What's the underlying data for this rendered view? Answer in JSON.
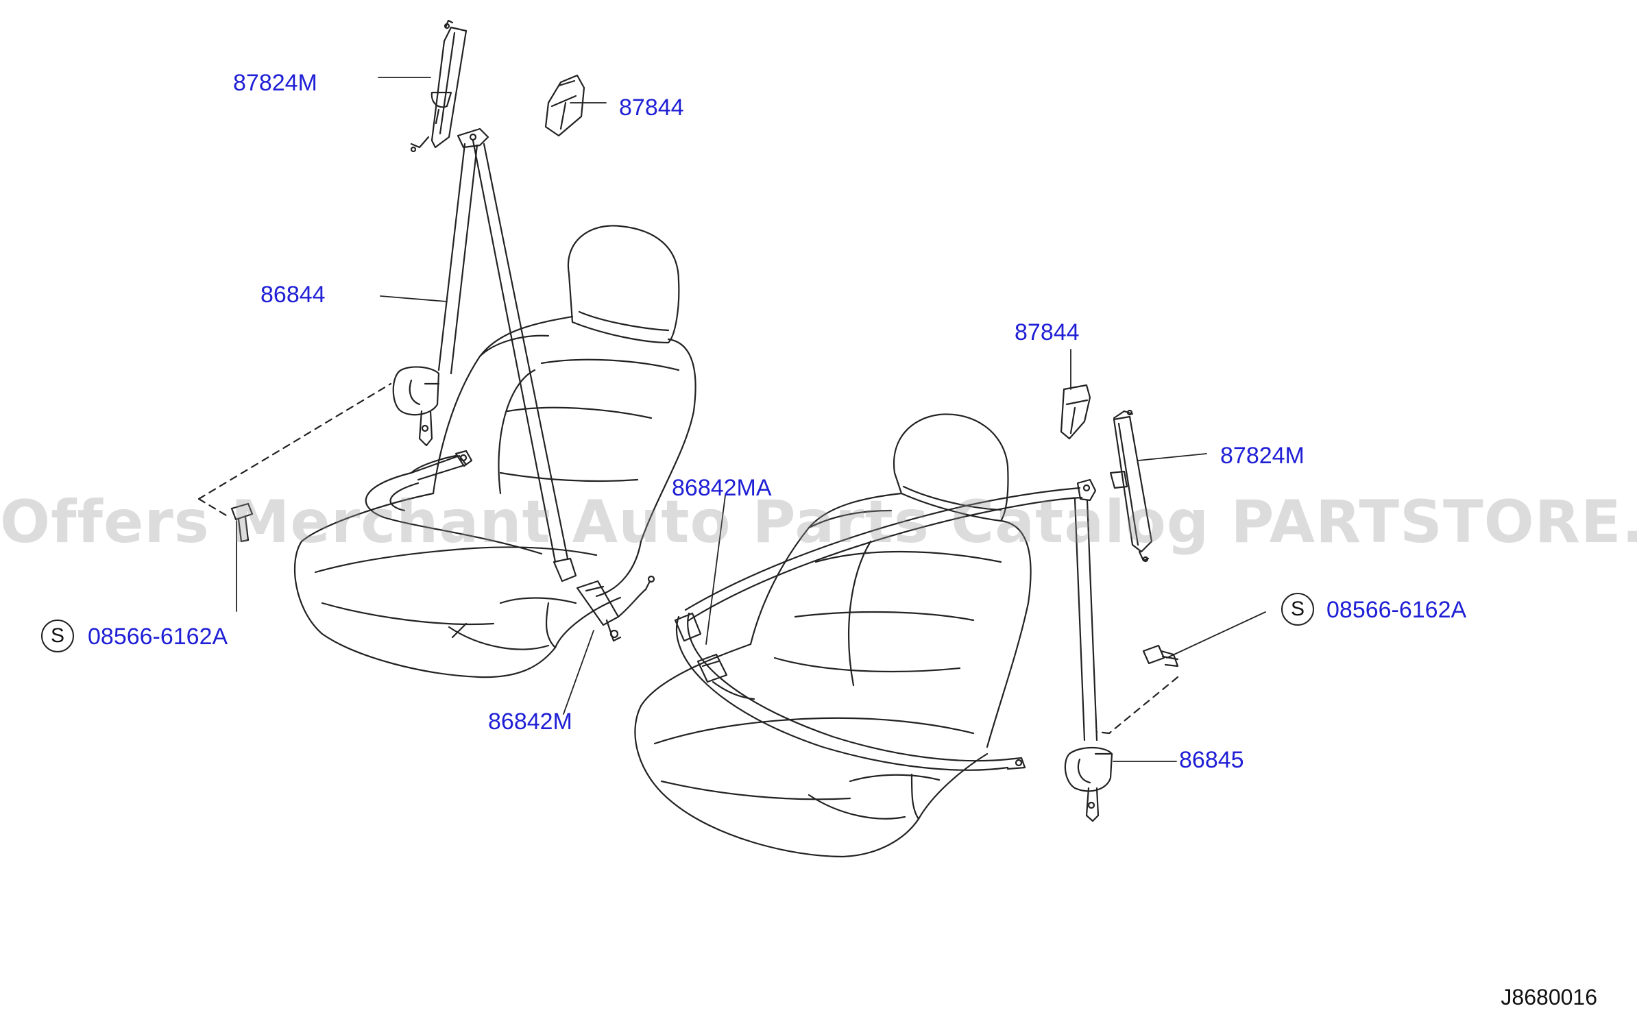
{
  "watermark": "Offers Merchant Auto Parts Catalog PARTSTORE.SA",
  "diagram_code": "J8680016",
  "symbol_s": "S",
  "colors": {
    "callout_text": "#1f1fd6",
    "line_art": "#222222",
    "watermark": "#9a9a9a"
  },
  "callouts": {
    "part_87824m_left": "87824M",
    "part_87844_left": "87844",
    "part_86844": "86844",
    "part_08566_left": "08566-6162A",
    "part_86842m": "86842M",
    "part_86842ma": "86842MA",
    "part_87844_right": "87844",
    "part_87824m_right": "87824M",
    "part_08566_right": "08566-6162A",
    "part_86845": "86845"
  }
}
